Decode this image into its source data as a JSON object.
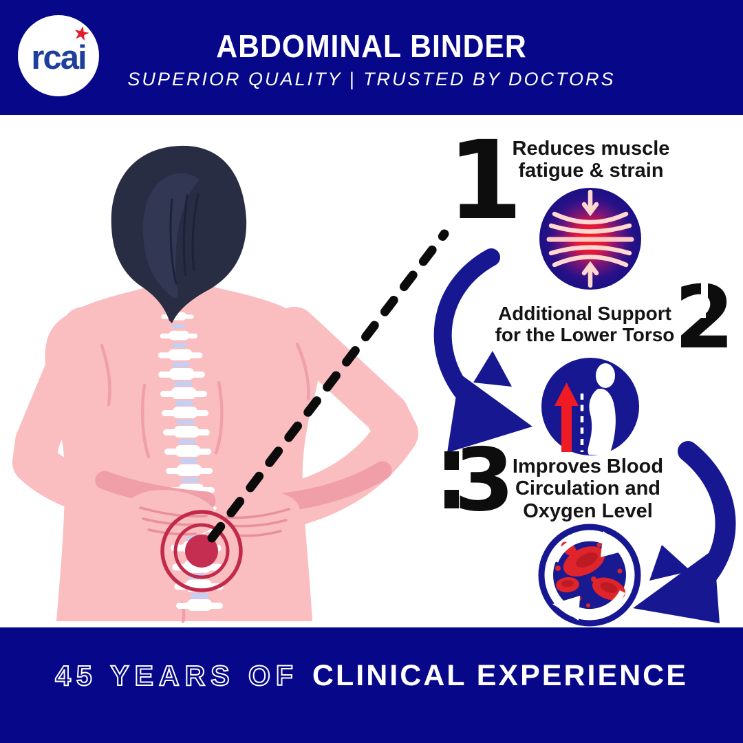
{
  "header": {
    "logo": {
      "text": "rcai",
      "star": "★"
    },
    "title": "ABDOMINAL BINDER",
    "subtitle": "SUPERIOR QUALITY | TRUSTED BY DOCTORS"
  },
  "benefits": [
    {
      "number": "1",
      "label": "Reduces muscle fatigue & strain",
      "lines": [
        "Reduces muscle",
        "fatigue & strain"
      ],
      "icon": "muscle-compression-icon"
    },
    {
      "number": "2",
      "label": "Additional Support for the Lower Torso",
      "lines": [
        "Additional Support",
        "for the Lower Torso"
      ],
      "icon": "torso-support-icon"
    },
    {
      "number": "3",
      "label": "Improves Blood Circulation and Oxygen Level",
      "lines": [
        "Improves Blood",
        "Circulation and",
        "Oxygen Level"
      ],
      "icon": "blood-circulation-icon"
    }
  ],
  "footer": {
    "outline_text": "45 YEARS OF",
    "solid_text": "CLINICAL EXPERIENCE"
  },
  "colors": {
    "banner_blue": "#07078A",
    "brand_blue": "#171792",
    "accent_red": "#EE1B24",
    "target_red": "#C22A4B",
    "skin": "#FABDC0",
    "skin_shade": "#F09EA8",
    "hair": "#282D44",
    "disc_lavender": "#C7CEF0",
    "text_black": "#141414",
    "white": "#FFFFFF"
  }
}
